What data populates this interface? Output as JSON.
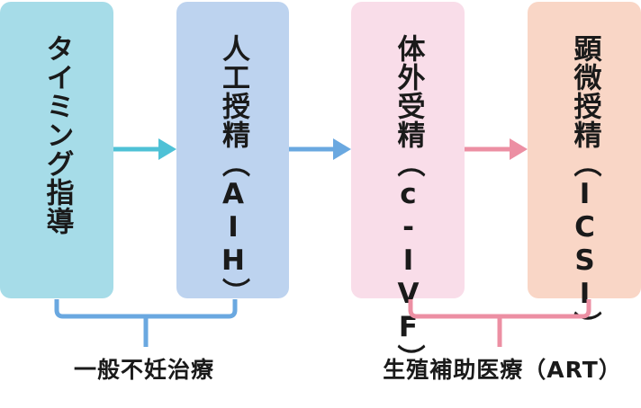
{
  "steps": [
    {
      "label": "タイミング指導",
      "color": "#a6dce8"
    },
    {
      "label": "人工授精（AIH）",
      "color": "#bdd3ef"
    },
    {
      "label": "体外受精（c-IVF）",
      "color": "#f9dde9"
    },
    {
      "label": "顕微授精（ICSI）",
      "color": "#f9d6c6"
    }
  ],
  "arrows": [
    {
      "color": "#4ec1d6"
    },
    {
      "color": "#6aa8e0"
    },
    {
      "color": "#ec8fa3"
    }
  ],
  "groups": [
    {
      "label": "一般不妊治療",
      "color": "#6aa8e0"
    },
    {
      "label": "生殖補助医療（ART）",
      "color": "#ec8fa3"
    }
  ]
}
